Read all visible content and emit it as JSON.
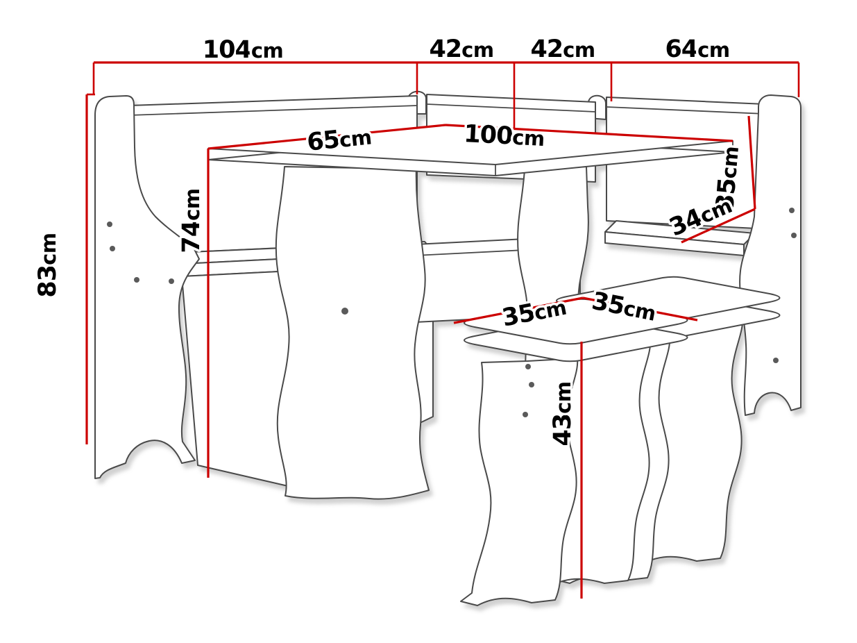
{
  "diagram": {
    "subject": "Kitchen corner dining set: L-shaped corner bench, dining table and two stools with dimension callouts",
    "accent_color": "#cc0000",
    "outline_color": "#4a4a4a",
    "background": "#ffffff"
  },
  "dimensions": {
    "bench_left_length": {
      "value": "104",
      "unit": "cm"
    },
    "corner_width_left": {
      "value": "42",
      "unit": "cm"
    },
    "corner_width_right": {
      "value": "42",
      "unit": "cm"
    },
    "bench_right_length": {
      "value": "64",
      "unit": "cm"
    },
    "bench_height": {
      "value": "83",
      "unit": "cm"
    },
    "table_depth": {
      "value": "65",
      "unit": "cm"
    },
    "table_length": {
      "value": "100",
      "unit": "cm"
    },
    "table_height": {
      "value": "74",
      "unit": "cm"
    },
    "right_backrest_height": {
      "value": "35",
      "unit": "cm"
    },
    "right_seat_depth": {
      "value": "34",
      "unit": "cm"
    },
    "stool_depth": {
      "value": "35",
      "unit": "cm"
    },
    "stool_width": {
      "value": "35",
      "unit": "cm"
    },
    "stool_height": {
      "value": "43",
      "unit": "cm"
    }
  }
}
